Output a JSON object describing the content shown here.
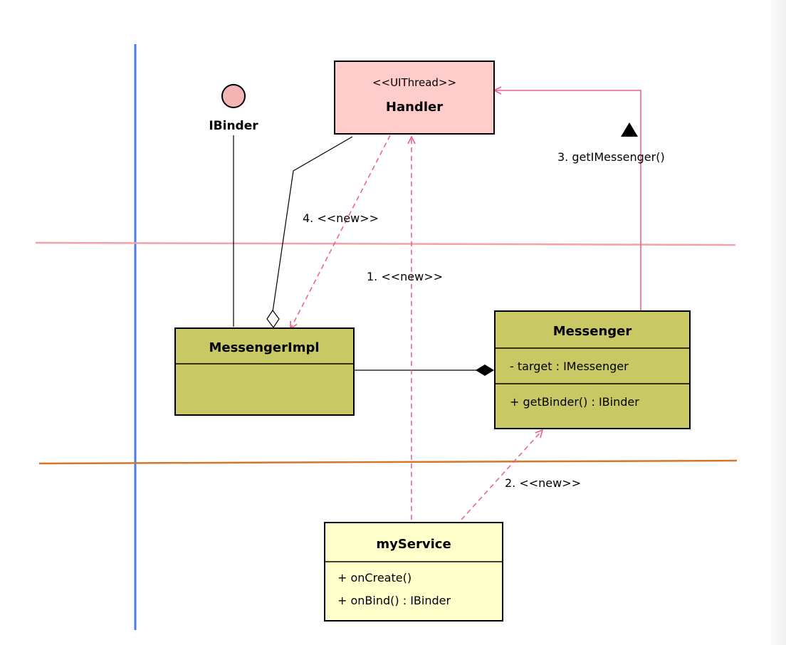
{
  "diagram": {
    "interface": {
      "name": "IBinder"
    },
    "classes": {
      "handler": {
        "stereotype": "<<UIThread>>",
        "name": "Handler"
      },
      "messenger_impl": {
        "name": "MessengerImpl"
      },
      "messenger": {
        "name": "Messenger",
        "attribute": "- target : IMessenger",
        "operation": "+ getBinder() : IBinder"
      },
      "my_service": {
        "name": "myService",
        "operations": [
          "+ onCreate()",
          "+ onBind() : IBinder"
        ]
      }
    },
    "messages": {
      "m1": "1. <<new>>",
      "m2": "2. <<new>>",
      "m3": "3. getIMessenger()",
      "m4": "4. <<new>>"
    },
    "colors": {
      "handler_fill": "#ffcccc",
      "olive_fill": "#c8c864",
      "service_fill": "#ffffcc",
      "interface_fill": "#f4b4b4",
      "dependency": "#f05a8c",
      "lane_blue": "#4b7be6",
      "lane_pink": "#f5a0aa",
      "lane_orange": "#d2782d"
    }
  }
}
